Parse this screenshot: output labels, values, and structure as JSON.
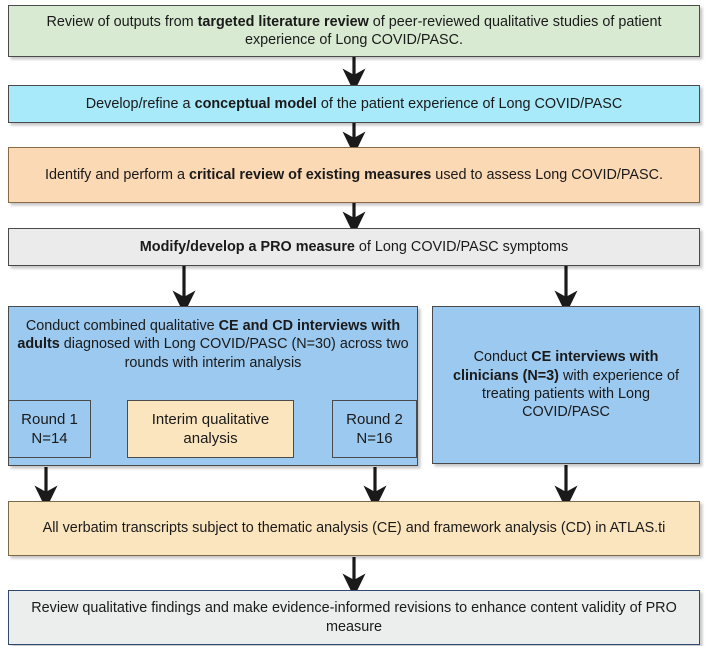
{
  "diagram": {
    "title": "Long COVID/PASC PRO measure development flowchart",
    "nodes": {
      "literature_review": {
        "segments": [
          {
            "text": "Review of outputs from ",
            "bold": false
          },
          {
            "text": "targeted literature review",
            "bold": true
          },
          {
            "text": " of peer-reviewed qualitative studies of patient experience of Long COVID/PASC.",
            "bold": false
          }
        ],
        "color": "#d9ead3"
      },
      "conceptual_model": {
        "segments": [
          {
            "text": "Develop/refine a ",
            "bold": false
          },
          {
            "text": "conceptual model",
            "bold": true
          },
          {
            "text": " of the patient experience of Long COVID/PASC",
            "bold": false
          }
        ],
        "color": "#a8eaf9"
      },
      "critical_review": {
        "segments": [
          {
            "text": "Identify and perform a ",
            "bold": false
          },
          {
            "text": "critical review of existing measures",
            "bold": true
          },
          {
            "text": " used to assess Long COVID/PASC.",
            "bold": false
          }
        ],
        "color": "#fbd9b4"
      },
      "pro_measure": {
        "segments": [
          {
            "text": "Modify/develop a PRO measure",
            "bold": true
          },
          {
            "text": " of Long COVID/PASC symptoms",
            "bold": false
          }
        ],
        "color": "#ebebeb"
      },
      "adult_interviews": {
        "segments": [
          {
            "text": "Conduct combined qualitative ",
            "bold": false
          },
          {
            "text": "CE and CD interviews with adults",
            "bold": true
          },
          {
            "text": " diagnosed with Long COVID/PASC (N=30) across two rounds with interim analysis",
            "bold": false
          }
        ],
        "color": "#9cc9f0"
      },
      "clinician_interviews": {
        "segments": [
          {
            "text": "Conduct ",
            "bold": false
          },
          {
            "text": "CE interviews with clinicians  (N=3)",
            "bold": true
          },
          {
            "text": " with experience of treating patients with Long COVID/PASC",
            "bold": false
          }
        ],
        "color": "#9cc9f0"
      },
      "round_1": {
        "line1": "Round 1",
        "line2": "N=14",
        "color": "#9cc9f0"
      },
      "interim_analysis": {
        "line1": "Interim qualitative",
        "line2": "analysis",
        "color": "#fbe5bf"
      },
      "round_2": {
        "line1": "Round 2",
        "line2": "N=16",
        "color": "#9cc9f0"
      },
      "transcript_analysis": {
        "segments": [
          {
            "text": "All verbatim transcripts subject to thematic analysis (CE) and framework analysis (CD) in ATLAS.ti",
            "bold": false
          }
        ],
        "color": "#fbe5bf"
      },
      "review_findings": {
        "segments": [
          {
            "text": "Review qualitative findings and make evidence-informed revisions to enhance content validity of PRO measure",
            "bold": false
          }
        ],
        "color": "#eceded"
      }
    },
    "arrow_color": "#1a1a1a"
  }
}
